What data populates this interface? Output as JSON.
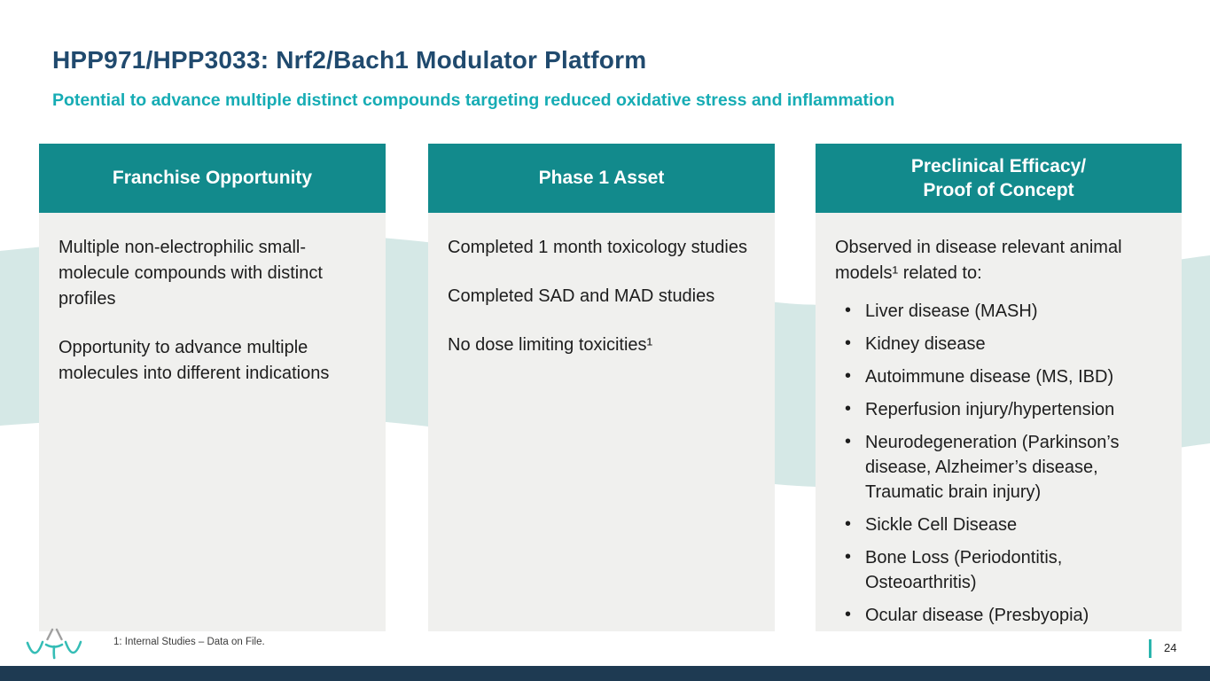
{
  "slide": {
    "title": "HPP971/HPP3033: Nrf2/Bach1 Modulator Platform",
    "subtitle": "Potential to advance multiple distinct compounds targeting reduced oxidative stress and inflammation"
  },
  "columns": [
    {
      "header": "Franchise Opportunity",
      "paragraphs": [
        "Multiple non-electrophilic small-molecule compounds with distinct profiles",
        "Opportunity to advance multiple molecules into different indications"
      ]
    },
    {
      "header": "Phase 1 Asset",
      "paragraphs": [
        "Completed 1 month toxicology studies",
        "Completed SAD and MAD studies",
        "No dose limiting toxicities¹"
      ]
    },
    {
      "header": "Preclinical Efficacy/\nProof of Concept",
      "intro": "Observed in disease relevant animal models¹ related to:",
      "bullets": [
        "Liver disease (MASH)",
        "Kidney disease",
        "Autoimmune disease (MS, IBD)",
        "Reperfusion injury/hypertension",
        "Neurodegeneration (Parkinson’s disease, Alzheimer’s disease, Traumatic brain injury)",
        "Sickle Cell Disease",
        "Bone Loss (Periodontitis, Osteoarthritis)",
        "Ocular disease (Presbyopia)"
      ]
    }
  ],
  "footer": {
    "footnote": "1: Internal Studies – Data on File.",
    "page_number": "24",
    "brand": "vtv"
  },
  "colors": {
    "header_teal": "#128a8c",
    "title_navy": "#204a6e",
    "subtitle_teal": "#16acb4",
    "card_background": "#f0f0ee",
    "ribbon_teal": "#d5e8e6",
    "footer_bar_navy": "#1e3a52",
    "accent_teal": "#2ab5ad",
    "logo_teal": "#35bdb6"
  }
}
